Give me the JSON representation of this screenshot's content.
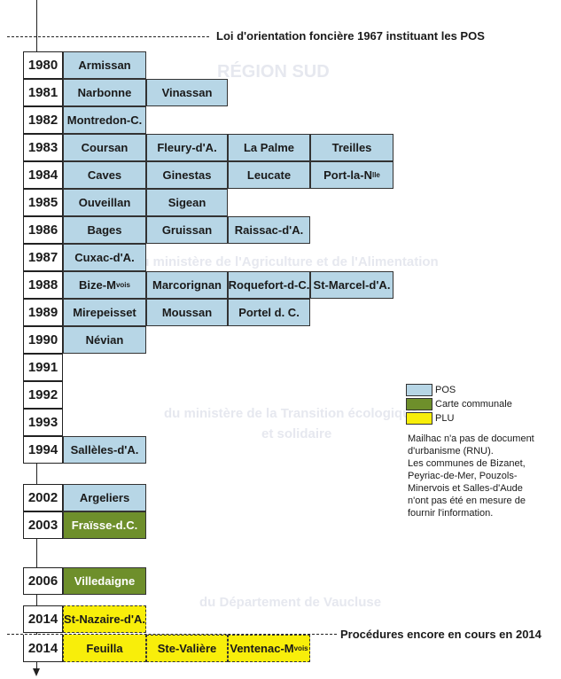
{
  "colors": {
    "POS": "#b7d6e6",
    "Carte communale": "#6e8f2b",
    "PLU": "#f8ee0a"
  },
  "header_caption": "Loi d'orientation foncière 1967 instituant les POS",
  "footer_caption": "Procédures encore en cours en 2014",
  "rows": [
    {
      "year": "1980",
      "communes": [
        {
          "name": "Armissan",
          "type": "POS"
        }
      ]
    },
    {
      "year": "1981",
      "communes": [
        {
          "name": "Narbonne",
          "type": "POS"
        },
        {
          "name": "Vinassan",
          "type": "POS"
        }
      ]
    },
    {
      "year": "1982",
      "communes": [
        {
          "name": "Montredon-C.",
          "type": "POS"
        }
      ]
    },
    {
      "year": "1983",
      "communes": [
        {
          "name": "Coursan",
          "type": "POS"
        },
        {
          "name": "Fleury-d'A.",
          "type": "POS"
        },
        {
          "name": "La Palme",
          "type": "POS"
        },
        {
          "name": "Treilles",
          "type": "POS"
        }
      ]
    },
    {
      "year": "1984",
      "communes": [
        {
          "name": "Caves",
          "type": "POS"
        },
        {
          "name": "Ginestas",
          "type": "POS"
        },
        {
          "name": "Leucate",
          "type": "POS"
        },
        {
          "name": "Port-la-N",
          "sup": "lle",
          "type": "POS"
        }
      ]
    },
    {
      "year": "1985",
      "communes": [
        {
          "name": "Ouveillan",
          "type": "POS"
        },
        {
          "name": "Sigean",
          "type": "POS"
        }
      ]
    },
    {
      "year": "1986",
      "communes": [
        {
          "name": "Bages",
          "type": "POS"
        },
        {
          "name": "Gruissan",
          "type": "POS"
        },
        {
          "name": "Raissac-d'A.",
          "type": "POS"
        }
      ]
    },
    {
      "year": "1987",
      "communes": [
        {
          "name": "Cuxac-d'A.",
          "type": "POS"
        }
      ]
    },
    {
      "year": "1988",
      "communes": [
        {
          "name": "Bize-M",
          "sup": "vois",
          "type": "POS"
        },
        {
          "name": "Marcorignan",
          "type": "POS"
        },
        {
          "name": "Roquefort-d-C.",
          "type": "POS"
        },
        {
          "name": "St-Marcel-d'A.",
          "type": "POS"
        }
      ]
    },
    {
      "year": "1989",
      "communes": [
        {
          "name": "Mirepeisset",
          "type": "POS"
        },
        {
          "name": "Moussan",
          "type": "POS"
        },
        {
          "name": "Portel d. C.",
          "type": "POS"
        }
      ]
    },
    {
      "year": "1990",
      "communes": [
        {
          "name": "Névian",
          "type": "POS"
        }
      ]
    },
    {
      "year": "1991",
      "communes": []
    },
    {
      "year": "1992",
      "communes": []
    },
    {
      "year": "1993",
      "communes": []
    },
    {
      "year": "1994",
      "communes": [
        {
          "name": "Sallèles-d'A.",
          "type": "POS"
        }
      ]
    },
    {
      "year": "2002",
      "communes": [
        {
          "name": "Argeliers",
          "type": "POS"
        }
      ]
    },
    {
      "year": "2003",
      "communes": [
        {
          "name": "Fraïsse-d.C.",
          "type": "Carte communale"
        }
      ]
    },
    {
      "year": "2006",
      "communes": [
        {
          "name": "Villedaigne",
          "type": "Carte communale"
        }
      ]
    },
    {
      "year": "2014",
      "communes": [
        {
          "name": "St-Nazaire-d'A.",
          "type": "PLU"
        }
      ]
    },
    {
      "year": "2014",
      "communes": [
        {
          "name": "Feuilla",
          "type": "PLU"
        },
        {
          "name": "Ste-Valière",
          "type": "PLU"
        },
        {
          "name": "Ventenac-M",
          "sup": "vois",
          "type": "PLU"
        }
      ]
    }
  ],
  "legend": {
    "items": [
      {
        "label": "POS",
        "type": "POS"
      },
      {
        "label": "Carte communale",
        "type": "Carte communale"
      },
      {
        "label": "PLU",
        "type": "PLU"
      }
    ],
    "note_lines": [
      "Mailhac n'a pas de document",
      "d'urbanisme (RNU).",
      "Les communes de Bizanet,",
      "Peyriac-de-Mer, Pouzols-",
      "Minervois et Salles-d'Aude",
      "n'ont pas été en mesure de",
      "fournir l'information."
    ]
  },
  "watermarks": [
    "RÉGION SUD",
    "du ministère de l'Agriculture et de l'Alimentation",
    "du ministère de la Transition écologique",
    "et solidaire",
    "du Département de Vaucluse"
  ]
}
